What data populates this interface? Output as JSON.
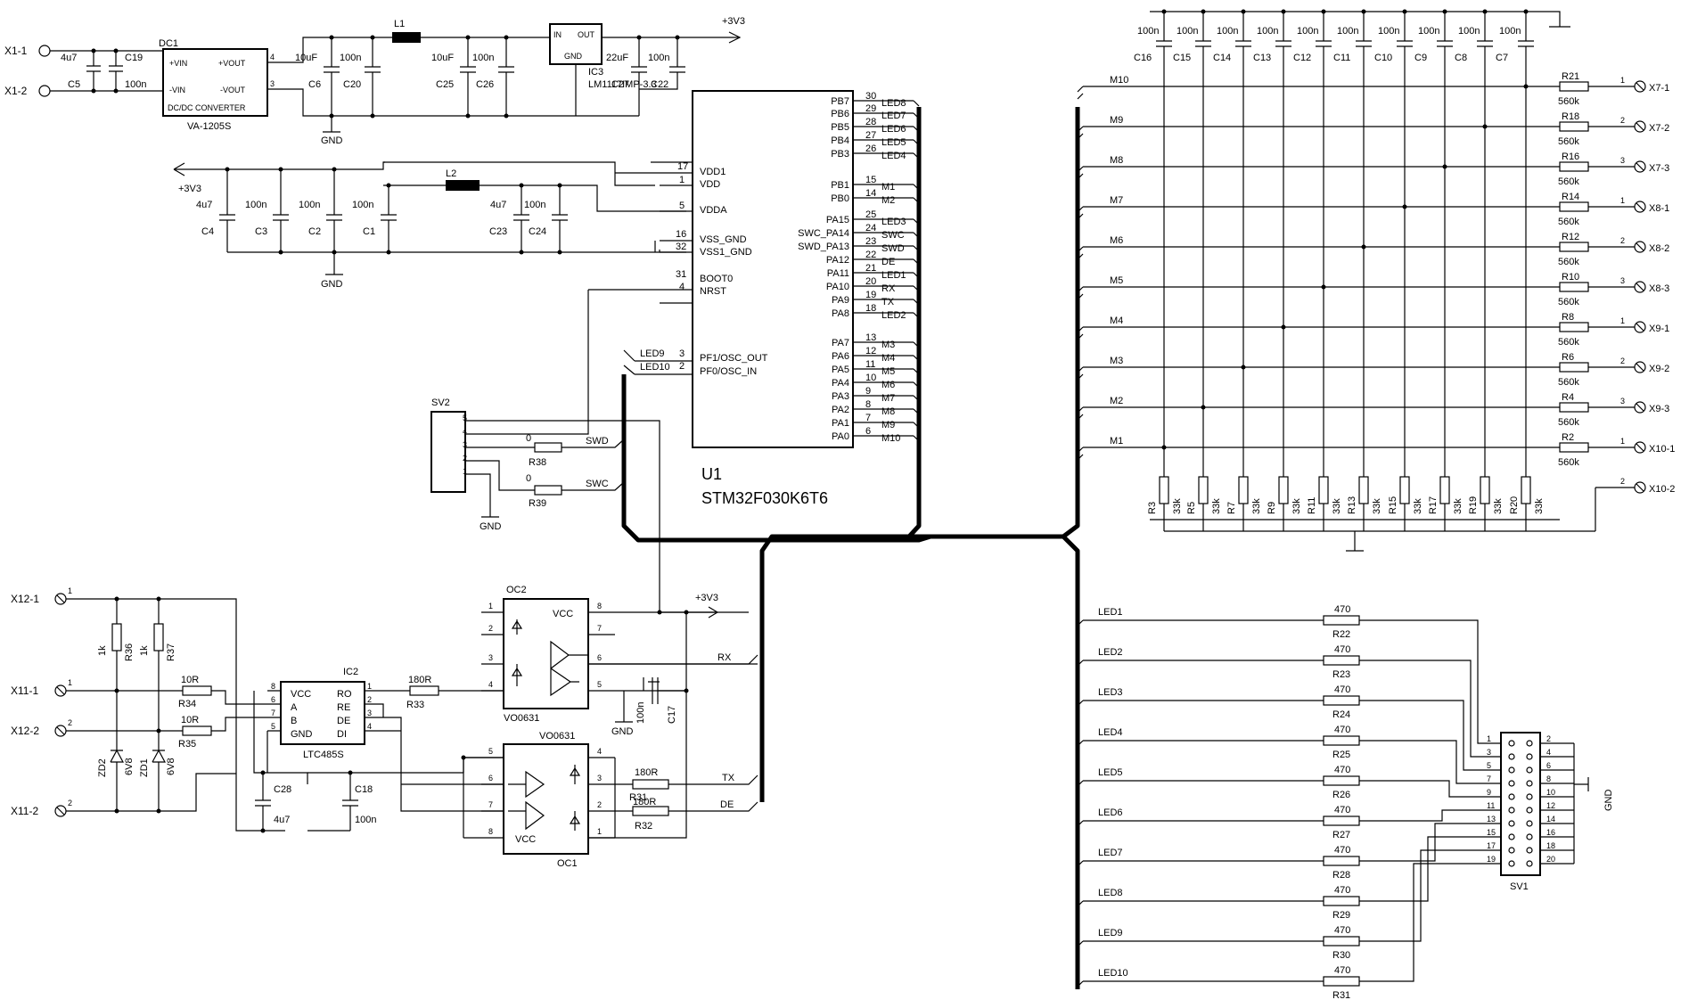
{
  "texts": {
    "x1_1": "X1-1",
    "x1_2": "X1-2",
    "dc1": "DC1",
    "dc_vin_p": "+VIN",
    "dc_vin_n": "-VIN",
    "dc_vout_p": "+VOUT",
    "dc_vout_n": "-VOUT",
    "dc_conv": "DC/DC CONVERTER",
    "dc_part": "VA-1205S",
    "pin4": "4",
    "pin3": "3",
    "c5": "C5",
    "c5v": "4u7",
    "c19": "C19",
    "c19v": "100n",
    "c6": "C6",
    "c6v": "10uF",
    "c20": "C20",
    "c20v": "100n",
    "l1": "L1",
    "c25": "C25",
    "c25v": "10uF",
    "c26": "C26",
    "c26v": "100n",
    "ic3_in": "IN",
    "ic3_out": "OUT",
    "ic3_gnd": "GND",
    "ic3": "IC3",
    "ic3_part": "LM1117IMP-3.3",
    "c27": "C27",
    "c27v": "22uF",
    "c22": "C22",
    "c22v": "100n",
    "v33_top": "+3V3",
    "gnd1": "GND",
    "v33_left": "+3V3",
    "c4": "C4",
    "c4v": "4u7",
    "c3": "C3",
    "c3v": "100n",
    "c2": "C2",
    "c2v": "100n",
    "c1": "C1",
    "c1v": "100n",
    "l2": "L2",
    "c23": "C23",
    "c23v": "4u7",
    "c24": "C24",
    "c24v": "100n",
    "gnd2": "GND",
    "u1_vdd1": "VDD1",
    "u1_vdd": "VDD",
    "u1_vdda": "VDDA",
    "u1_vss": "VSS_GND",
    "u1_vss1": "VSS1_GND",
    "u1_boot": "BOOT0",
    "u1_nrst": "NRST",
    "u1_pf1": "PF1/OSC_OUT",
    "u1_pf0": "PF0/OSC_IN",
    "u1": "U1",
    "u1_part": "STM32F030K6T6",
    "p17": "17",
    "p1": "1",
    "p5": "5",
    "p16": "16",
    "p32": "32",
    "p31": "31",
    "p4": "4",
    "p3": "3",
    "p2": "2",
    "led9": "LED9",
    "led10": "LED10",
    "sv2": "SV2",
    "r38": "R38",
    "r38v": "0",
    "r39": "R39",
    "r39v": "0",
    "swd": "SWD",
    "swc": "SWC",
    "gnd3": "GND",
    "sv2p5": "5",
    "sv2p4": "4",
    "sv2p3": "3",
    "sv2p2": "2",
    "sv2p1": "1",
    "x12_1": "X12-1",
    "x11_1": "X11-1",
    "x12_2": "X12-2",
    "x11_2": "X11-2",
    "n1a": "1",
    "n1b": "1",
    "n2a": "2",
    "n2b": "2",
    "r36": "R36",
    "r36v": "1k",
    "r37": "R37",
    "r37v": "1k",
    "r34": "R34",
    "r34v": "10R",
    "r35": "R35",
    "r35v": "10R",
    "zd2": "ZD2",
    "zd2v": "6V8",
    "zd1": "ZD1",
    "zd1v": "6V8",
    "ic2": "IC2",
    "ic2_vcc": "VCC",
    "ic2_a": "A",
    "ic2_b": "B",
    "ic2_gnd": "GND",
    "ic2_ro": "RO",
    "ic2_re": "RE",
    "ic2_de": "DE",
    "ic2_di": "DI",
    "ic2_part": "LTC485S",
    "ic2p8": "8",
    "ic2p6": "6",
    "ic2p7": "7",
    "ic2p5": "5",
    "ic2p1": "1",
    "ic2p2": "2",
    "ic2p3": "3",
    "ic2p4": "4",
    "c28": "C28",
    "c28v": "4u7",
    "c18": "C18",
    "c18v": "100n",
    "r33": "R33",
    "r33v": "180R",
    "oc2": "OC2",
    "oc2_vcc": "VCC",
    "oc2_part": "VO0631",
    "oc1": "OC1",
    "oc1_vcc": "VCC",
    "oc1_part": "VO0631",
    "oc2p1": "1",
    "oc2p2": "2",
    "oc2p3": "3",
    "oc2p4": "4",
    "oc2p8": "8",
    "oc2p7": "7",
    "oc2p6": "6",
    "oc2p5": "5",
    "oc1p5": "5",
    "oc1p6": "6",
    "oc1p7": "7",
    "oc1p8": "8",
    "oc1p4": "4",
    "oc1p3": "3",
    "oc1p2": "2",
    "oc1p1": "1",
    "v33_mid": "+3V3",
    "c17": "C17",
    "c17v": "100n",
    "rx": "RX",
    "tx": "TX",
    "de": "DE",
    "r31a": "R31",
    "r31av": "180R",
    "r32": "R32",
    "r32v": "180R",
    "gnd4": "GND",
    "gnd5": "GND",
    "gnd_sv1": "GND",
    "sv1": "SV1"
  },
  "u1_right_pins": [
    {
      "num": "30",
      "name": "PB7",
      "net": "LED8"
    },
    {
      "num": "29",
      "name": "PB6",
      "net": "LED7"
    },
    {
      "num": "28",
      "name": "PB5",
      "net": "LED6"
    },
    {
      "num": "27",
      "name": "PB4",
      "net": "LED5"
    },
    {
      "num": "26",
      "name": "PB3",
      "net": "LED4"
    },
    {
      "num": "15",
      "name": "PB1",
      "net": "M1"
    },
    {
      "num": "14",
      "name": "PB0",
      "net": "M2"
    },
    {
      "num": "25",
      "name": "PA15",
      "net": "LED3"
    },
    {
      "num": "24",
      "name": "SWC_PA14",
      "net": "SWC"
    },
    {
      "num": "23",
      "name": "SWD_PA13",
      "net": "SWD"
    },
    {
      "num": "22",
      "name": "PA12",
      "net": "DE"
    },
    {
      "num": "21",
      "name": "PA11",
      "net": "LED1"
    },
    {
      "num": "20",
      "name": "PA10",
      "net": "RX"
    },
    {
      "num": "19",
      "name": "PA9",
      "net": "TX"
    },
    {
      "num": "18",
      "name": "PA8",
      "net": "LED2"
    },
    {
      "num": "13",
      "name": "PA7",
      "net": "M3"
    },
    {
      "num": "12",
      "name": "PA6",
      "net": "M4"
    },
    {
      "num": "11",
      "name": "PA5",
      "net": "M5"
    },
    {
      "num": "10",
      "name": "PA4",
      "net": "M6"
    },
    {
      "num": "9",
      "name": "PA3",
      "net": "M7"
    },
    {
      "num": "8",
      "name": "PA2",
      "net": "M8"
    },
    {
      "num": "7",
      "name": "PA1",
      "net": "M9"
    },
    {
      "num": "6",
      "name": "PA0",
      "net": "M10"
    }
  ],
  "matrix_caps": [
    {
      "name": "C16",
      "value": "100n"
    },
    {
      "name": "C15",
      "value": "100n"
    },
    {
      "name": "C14",
      "value": "100n"
    },
    {
      "name": "C13",
      "value": "100n"
    },
    {
      "name": "C12",
      "value": "100n"
    },
    {
      "name": "C11",
      "value": "100n"
    },
    {
      "name": "C10",
      "value": "100n"
    },
    {
      "name": "C9",
      "value": "100n"
    },
    {
      "name": "C8",
      "value": "100n"
    },
    {
      "name": "C7",
      "value": "100n"
    }
  ],
  "matrix_rows": [
    {
      "net": "M10",
      "res": "R21",
      "value": "560k",
      "pin": "1",
      "conn": "X7-1"
    },
    {
      "net": "M9",
      "res": "R18",
      "value": "560k",
      "pin": "2",
      "conn": "X7-2"
    },
    {
      "net": "M8",
      "res": "R16",
      "value": "560k",
      "pin": "3",
      "conn": "X7-3"
    },
    {
      "net": "M7",
      "res": "R14",
      "value": "560k",
      "pin": "1",
      "conn": "X8-1"
    },
    {
      "net": "M6",
      "res": "R12",
      "value": "560k",
      "pin": "2",
      "conn": "X8-2"
    },
    {
      "net": "M5",
      "res": "R10",
      "value": "560k",
      "pin": "3",
      "conn": "X8-3"
    },
    {
      "net": "M4",
      "res": "R8",
      "value": "560k",
      "pin": "1",
      "conn": "X9-1"
    },
    {
      "net": "M3",
      "res": "R6",
      "value": "560k",
      "pin": "2",
      "conn": "X9-2"
    },
    {
      "net": "M2",
      "res": "R4",
      "value": "560k",
      "pin": "3",
      "conn": "X9-3"
    },
    {
      "net": "M1",
      "res": "R2",
      "value": "560k",
      "pin": "1",
      "conn": "X10-1"
    }
  ],
  "x10_2": {
    "pin": "2",
    "conn": "X10-2"
  },
  "pulldowns": [
    {
      "name": "R3",
      "value": "33k"
    },
    {
      "name": "R5",
      "value": "33k"
    },
    {
      "name": "R7",
      "value": "33k"
    },
    {
      "name": "R9",
      "value": "33k"
    },
    {
      "name": "R11",
      "value": "33k"
    },
    {
      "name": "R13",
      "value": "33k"
    },
    {
      "name": "R15",
      "value": "33k"
    },
    {
      "name": "R17",
      "value": "33k"
    },
    {
      "name": "R19",
      "value": "33k"
    },
    {
      "name": "R20",
      "value": "33k"
    }
  ],
  "gnd_matrix": "GND",
  "gnd_caps": "GND",
  "led_rows": [
    {
      "net": "LED1",
      "res": "R22",
      "value": "470"
    },
    {
      "net": "LED2",
      "res": "R23",
      "value": "470"
    },
    {
      "net": "LED3",
      "res": "R24",
      "value": "470"
    },
    {
      "net": "LED4",
      "res": "R25",
      "value": "470"
    },
    {
      "net": "LED5",
      "res": "R26",
      "value": "470"
    },
    {
      "net": "LED6",
      "res": "R27",
      "value": "470"
    },
    {
      "net": "LED7",
      "res": "R28",
      "value": "470"
    },
    {
      "net": "LED8",
      "res": "R29",
      "value": "470"
    },
    {
      "net": "LED9",
      "res": "R30",
      "value": "470"
    },
    {
      "net": "LED10",
      "res": "R31",
      "value": "470"
    }
  ],
  "sv1_left": [
    "1",
    "3",
    "5",
    "7",
    "9",
    "11",
    "13",
    "15",
    "17",
    "19"
  ],
  "sv1_right": [
    "2",
    "4",
    "6",
    "8",
    "10",
    "12",
    "14",
    "16",
    "18",
    "20"
  ]
}
